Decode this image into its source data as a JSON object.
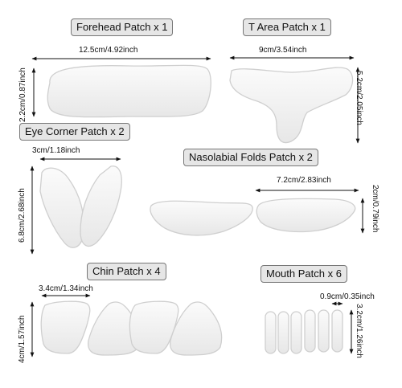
{
  "labels": {
    "forehead": "Forehead Patch x 1",
    "t_area": "T Area Patch x 1",
    "eye_corner": "Eye Corner Patch x 2",
    "nasolabial": "Nasolabial Folds Patch x 2",
    "chin": "Chin Patch x 4",
    "mouth": "Mouth Patch x 6"
  },
  "dimensions": {
    "forehead_width": "12.5cm/4.92inch",
    "forehead_height": "2.2cm/0.87inch",
    "t_area_width": "9cm/3.54inch",
    "t_area_height": "5.2cm/2.05inch",
    "eye_width": "3cm/1.18inch",
    "eye_height": "6.8cm/2.68inch",
    "nasolabial_width": "7.2cm/2.83inch",
    "nasolabial_height": "2cm/0.79inch",
    "chin_width": "3.4cm/1.34inch",
    "chin_height": "4cm/1.57inch",
    "mouth_width": "0.9cm/0.35inch",
    "mouth_height": "3.2cm/1.26inch"
  }
}
